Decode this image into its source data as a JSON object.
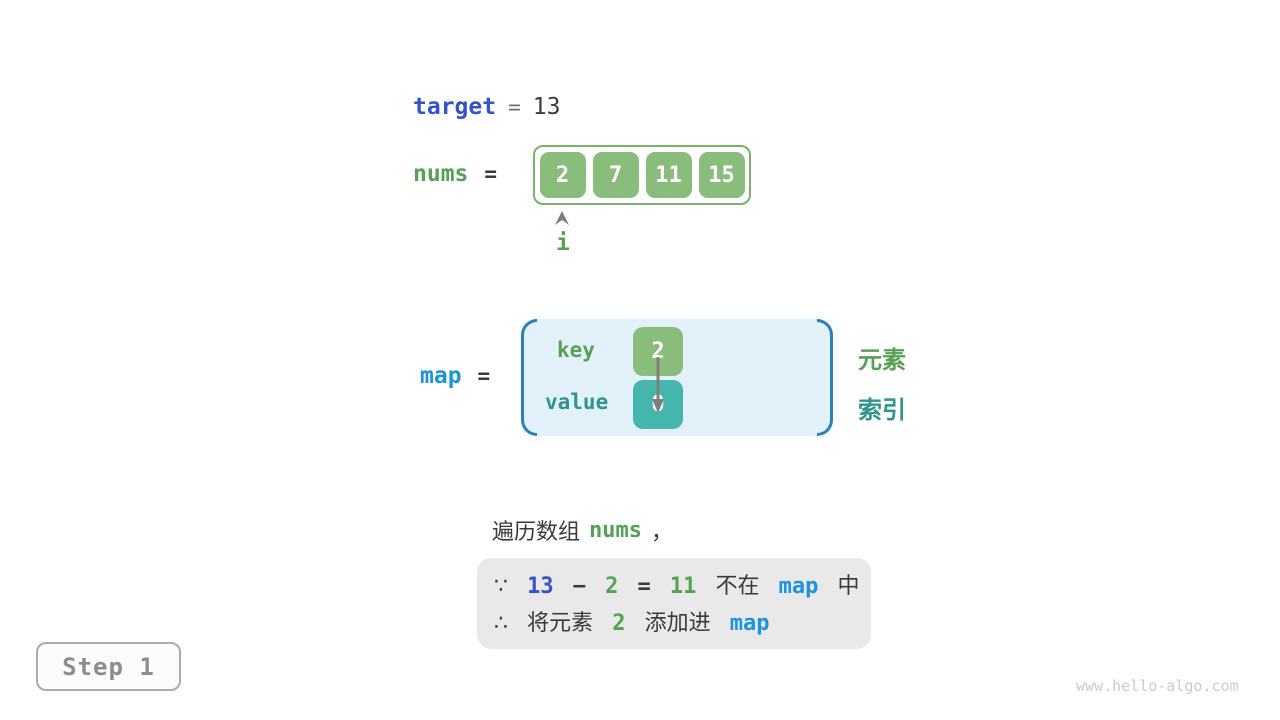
{
  "colors": {
    "green_fill": "#8ABD7C",
    "green_border": "#7BB169",
    "green_text": "#56A156",
    "teal_fill": "#45B6AB",
    "teal_text": "#2F948A",
    "code_blue": "#1B93E0",
    "indigo_blue": "#3453C9",
    "bracket_blue": "#2D7FC0",
    "map_bg": "#E2F1FA",
    "note_bg": "#E9E9E9",
    "dark_text": "#3A3A3A",
    "muted_text": "#6E6E6E",
    "step_text": "#8D8D8D",
    "step_border": "#ABABAB",
    "arrow_gray": "#7E7E7E",
    "watermark": "#C9CCCE"
  },
  "target_line": {
    "label": "target",
    "equals": "=",
    "value": "13"
  },
  "nums_line": {
    "label": "nums",
    "equals": "="
  },
  "array": {
    "values": [
      "2",
      "7",
      "11",
      "15"
    ],
    "pointer_label": "i"
  },
  "map_section": {
    "label": "map",
    "equals": "=",
    "key_label": "key",
    "key_value": "2",
    "value_label": "value",
    "value_value": "0",
    "element_annotation": "元素",
    "index_annotation": "索引"
  },
  "caption": {
    "prefix": "遍历数组",
    "code": "nums",
    "comma": "，"
  },
  "note": {
    "because": "∵",
    "line1_minuend": "13",
    "line1_minus": "−",
    "line1_subtrahend": "2",
    "line1_equals": "=",
    "line1_difference": "11",
    "line1_not_in": "不在",
    "line1_map": "map",
    "line1_suffix": "中",
    "therefore": "∴",
    "line2_prefix": "将元素",
    "line2_value": "2",
    "line2_middle": "添加进",
    "line2_map": "map"
  },
  "step_badge": {
    "label": "Step 1"
  },
  "watermark": {
    "text": "www.hello-algo.com"
  }
}
